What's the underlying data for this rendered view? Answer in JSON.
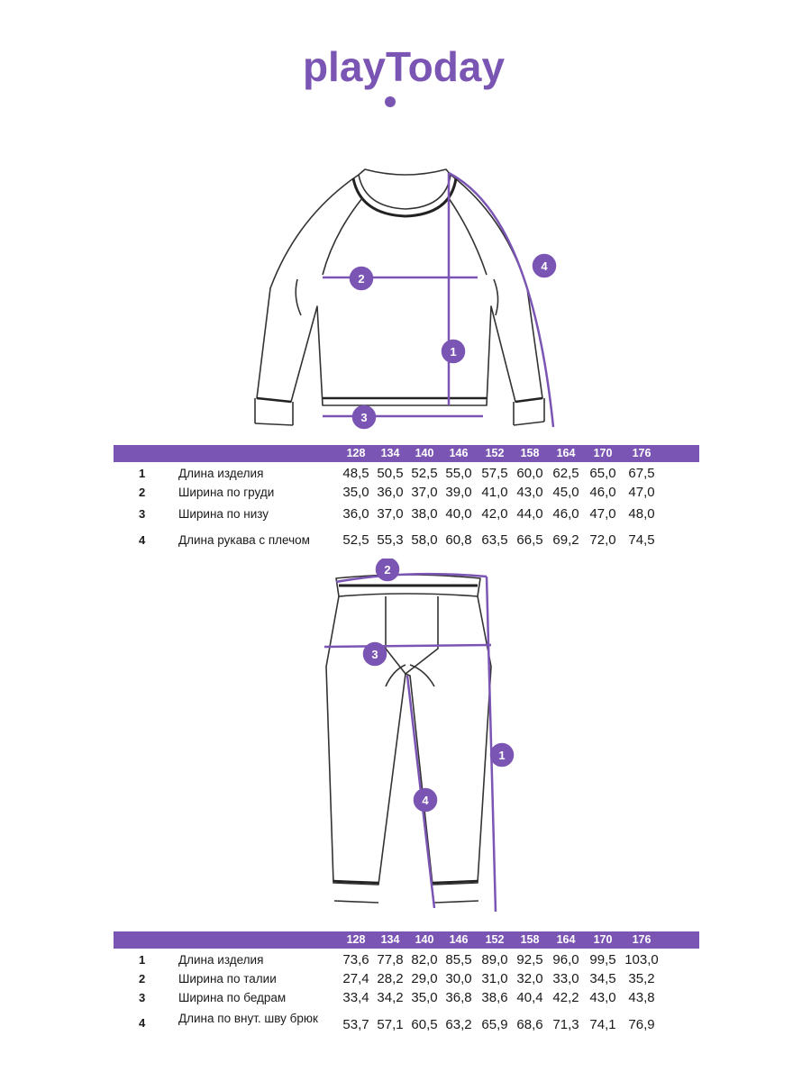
{
  "brand": {
    "name": "playToday",
    "color": "#7b55b3"
  },
  "sizes": [
    "128",
    "134",
    "140",
    "146",
    "152",
    "158",
    "164",
    "170",
    "176"
  ],
  "top_table": {
    "rows": [
      {
        "num": "1",
        "label": "Длина изделия",
        "values": [
          "48,5",
          "50,5",
          "52,5",
          "55,0",
          "57,5",
          "60,0",
          "62,5",
          "65,0",
          "67,5"
        ]
      },
      {
        "num": "2",
        "label": "Ширина по груди",
        "values": [
          "35,0",
          "36,0",
          "37,0",
          "39,0",
          "41,0",
          "43,0",
          "45,0",
          "46,0",
          "47,0"
        ]
      },
      {
        "num": "3",
        "label": "Ширина по низу",
        "values": [
          "36,0",
          "37,0",
          "38,0",
          "40,0",
          "42,0",
          "44,0",
          "46,0",
          "47,0",
          "48,0"
        ]
      },
      {
        "num": "4",
        "label": "Длина рукава с плечом",
        "values": [
          "52,5",
          "55,3",
          "58,0",
          "60,8",
          "63,5",
          "66,5",
          "69,2",
          "72,0",
          "74,5"
        ]
      }
    ]
  },
  "bottom_table": {
    "rows": [
      {
        "num": "1",
        "label": "Длина изделия",
        "values": [
          "73,6",
          "77,8",
          "82,0",
          "85,5",
          "89,0",
          "92,5",
          "96,0",
          "99,5",
          "103,0"
        ]
      },
      {
        "num": "2",
        "label": "Ширина по талии",
        "values": [
          "27,4",
          "28,2",
          "29,0",
          "30,0",
          "31,0",
          "32,0",
          "33,0",
          "34,5",
          "35,2"
        ]
      },
      {
        "num": "3",
        "label": "Ширина по бедрам",
        "values": [
          "33,4",
          "34,2",
          "35,0",
          "36,8",
          "38,6",
          "40,4",
          "42,2",
          "43,0",
          "43,8"
        ]
      },
      {
        "num": "4",
        "label": "Длина по внут. шву брюк",
        "values": [
          "53,7",
          "57,1",
          "60,5",
          "63,2",
          "65,9",
          "68,6",
          "71,3",
          "74,1",
          "76,9"
        ]
      }
    ]
  },
  "top_markers": [
    "1",
    "2",
    "3",
    "4"
  ],
  "bottom_markers": [
    "1",
    "2",
    "3",
    "4"
  ]
}
